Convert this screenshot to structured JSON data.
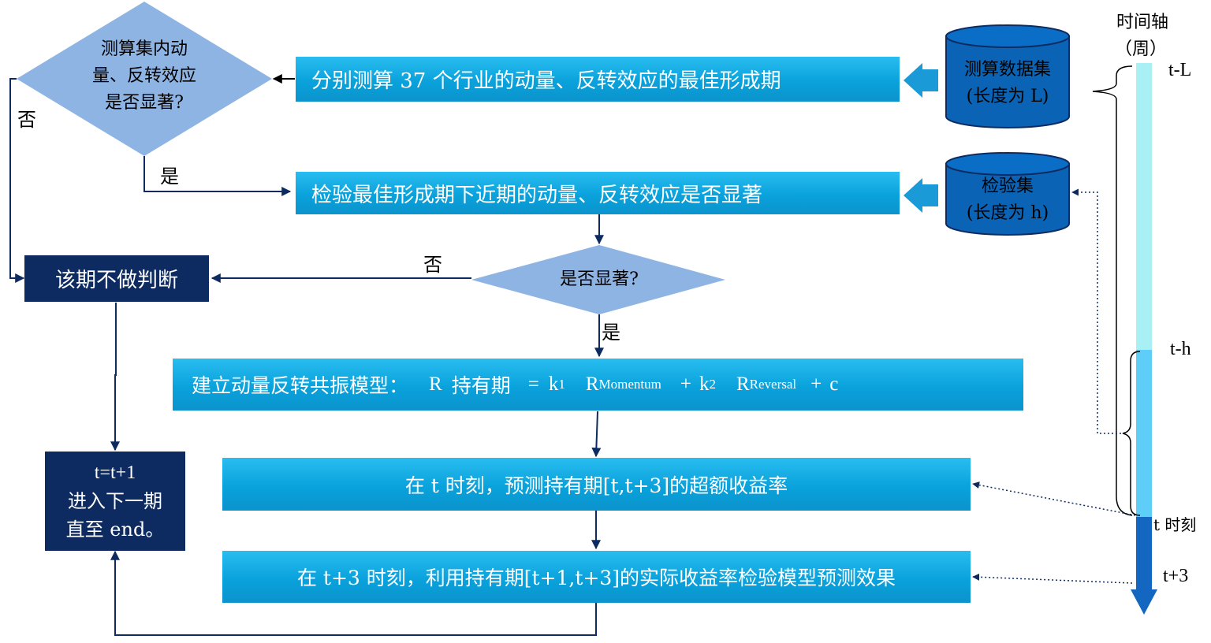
{
  "timeline": {
    "axis_label": "时间轴",
    "axis_unit": "（周）",
    "ticks": [
      "t-L",
      "t-h",
      "t 时刻",
      "t+3"
    ]
  },
  "datasets": {
    "calc": {
      "name": "测算数据集",
      "length": "(长度为 L)"
    },
    "test": {
      "name": "检验集",
      "length": "(长度为 h)"
    }
  },
  "steps": {
    "measure": "分别测算 37 个行业的动量、反转效应的最佳形成期",
    "verify": "检验最佳形成期下近期的动量、反转效应是否显著",
    "model": {
      "prefix": "建立动量反转共振模型：",
      "R": "R",
      "holding": "持有期",
      "eq": "=",
      "k": "k",
      "sub1": "1",
      "sub2": "2",
      "momentum": "Momentum",
      "reversal": "Reversal",
      "plus": "+",
      "c": "c"
    },
    "predict": "在 t 时刻，预测持有期[t,t+3]的超额收益率",
    "validate": "在 t+3 时刻，利用持有期[t+1,t+3]的实际收益率检验模型预测效果"
  },
  "decisions": {
    "first": [
      "测算集内动",
      "量、反转效应",
      "是否显著?"
    ],
    "second": "是否显著?"
  },
  "branches": {
    "no": "否",
    "yes": "是"
  },
  "navy": {
    "skip": "该期不做判断",
    "next": [
      "t=t+1",
      "进入下一期",
      "直至 end。"
    ]
  },
  "colors": {
    "box_cyan": "#0aa2dc",
    "box_navy": "#0d2b60",
    "diamond": "#8eb4e3",
    "cylinder": "#0a63b4",
    "arrow": "#0d2b60",
    "bar_light": "#a9f0f4",
    "bar_mid": "#5ecdf7",
    "bar_dark": "#1467c0"
  }
}
